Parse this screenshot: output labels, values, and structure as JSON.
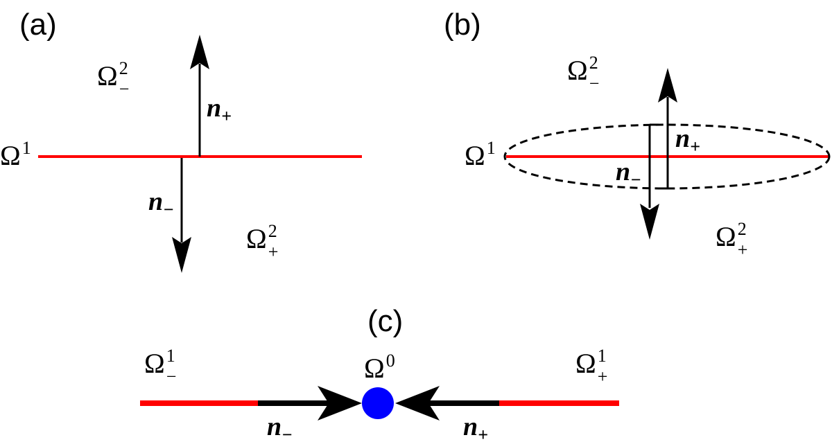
{
  "colors": {
    "interface": "#ff0000",
    "vector": "#000000",
    "junction_point": "#0000ff"
  },
  "panels": {
    "a": {
      "label": "(a)",
      "omega_upper": {
        "base": "Ω",
        "sup": "2",
        "sub": "−"
      },
      "omega_lower": {
        "base": "Ω",
        "sup": "2",
        "sub": "+"
      },
      "omega_line": {
        "base": "Ω",
        "sup": "1"
      },
      "n_plus": {
        "base": "n",
        "sub": "+"
      },
      "n_minus": {
        "base": "n",
        "sub": "−"
      }
    },
    "b": {
      "label": "(b)",
      "omega_upper": {
        "base": "Ω",
        "sup": "2",
        "sub": "−"
      },
      "omega_lower": {
        "base": "Ω",
        "sup": "2",
        "sub": "+"
      },
      "omega_line": {
        "base": "Ω",
        "sup": "1"
      },
      "n_plus": {
        "base": "n",
        "sub": "+"
      },
      "n_minus": {
        "base": "n",
        "sub": "−"
      }
    },
    "c": {
      "label": "(c)",
      "omega_left": {
        "base": "Ω",
        "sup": "1",
        "sub": "−"
      },
      "omega_right": {
        "base": "Ω",
        "sup": "1",
        "sub": "+"
      },
      "omega_point": {
        "base": "Ω",
        "sup": "0"
      },
      "n_minus": {
        "base": "n",
        "sub": "−"
      },
      "n_plus": {
        "base": "n",
        "sub": "+"
      }
    }
  }
}
